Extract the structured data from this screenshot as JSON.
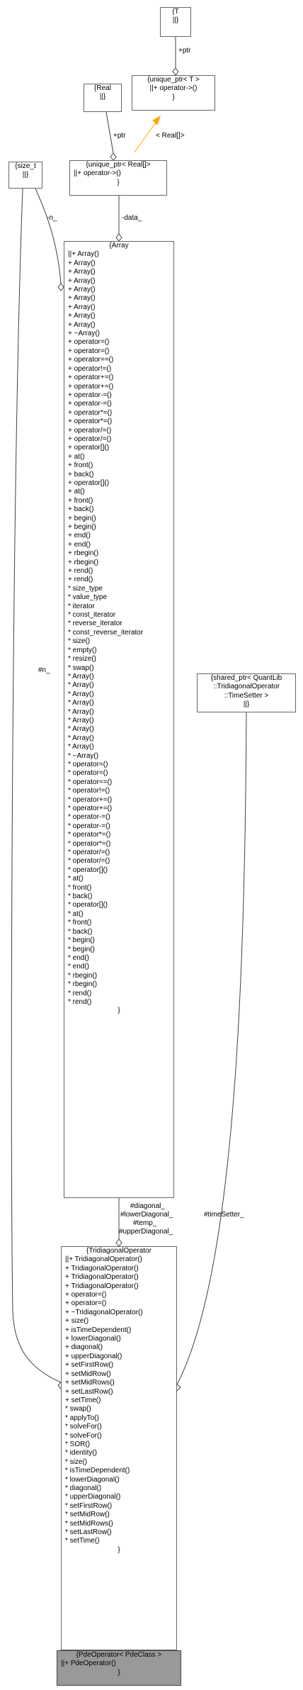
{
  "nodes": {
    "T": {
      "title": "{T",
      "members": [
        "||}"
      ]
    },
    "unique_ptr_T": {
      "title": "{unique_ptr< T >",
      "members": [
        "||+ operator->()",
        "}"
      ]
    },
    "Real": {
      "title": "{Real",
      "members": [
        "||}"
      ]
    },
    "unique_ptr_Real": {
      "title": "{unique_ptr< Real[]>",
      "members": [
        "||+ operator->()",
        "}"
      ]
    },
    "size_t": {
      "title": "{size_t",
      "members": [
        "||}"
      ]
    },
    "Array": {
      "title": "{Array",
      "members": [
        "||+ Array()",
        "+ Array()",
        "+ Array()",
        "+ Array()",
        "+ Array()",
        "+ Array()",
        "+ Array()",
        "+ Array()",
        "+ Array()",
        "+ ~Array()",
        "+ operator=()",
        "+ operator=()",
        "+ operator==()",
        "+ operator!=()",
        "+ operator+=()",
        "+ operator+=()",
        "+ operator-=()",
        "+ operator-=()",
        "+ operator*=()",
        "+ operator*=()",
        "+ operator/=()",
        "+ operator/=()",
        "+ operator[]()",
        "+ at()",
        "+ front()",
        "+ back()",
        "+ operator[]()",
        "+ at()",
        "+ front()",
        "+ back()",
        "+ begin()",
        "+ begin()",
        "+ end()",
        "+ end()",
        "+ rbegin()",
        "+ rbegin()",
        "+ rend()",
        "+ rend()",
        "* size_type",
        "* value_type",
        "* iterator",
        "* const_iterator",
        "* reverse_iterator",
        "* const_reverse_iterator",
        "* size()",
        "* empty()",
        "* resize()",
        "* swap()",
        "* Array()",
        "* Array()",
        "* Array()",
        "* Array()",
        "* Array()",
        "* Array()",
        "* Array()",
        "* Array()",
        "* Array()",
        "* ~Array()",
        "* operator=()",
        "* operator=()",
        "* operator==()",
        "* operator!=()",
        "* operator+=()",
        "* operator+=()",
        "* operator-=()",
        "* operator-=()",
        "* operator*=()",
        "* operator*=()",
        "* operator/=()",
        "* operator/=()",
        "* operator[]()",
        "* at()",
        "* front()",
        "* back()",
        "* operator[]()",
        "* at()",
        "* front()",
        "* back()",
        "* begin()",
        "* begin()",
        "* end()",
        "* end()",
        "* rbegin()",
        "* rbegin()",
        "* rend()",
        "* rend()",
        "}"
      ]
    },
    "shared_ptr_TimeSetter": {
      "title": "{shared_ptr< QuantLib",
      "members": [
        "::TridiagonalOperator",
        "::TimeSetter >",
        "||}"
      ]
    },
    "TridiagonalOperator": {
      "title": "{TridiagonalOperator",
      "members": [
        "||+ TridiagonalOperator()",
        "+ TridiagonalOperator()",
        "+ TridiagonalOperator()",
        "+ TridiagonalOperator()",
        "+ operator=()",
        "+ operator=()",
        "+ ~TridiagonalOperator()",
        "+ size()",
        "+ isTimeDependent()",
        "+ lowerDiagonal()",
        "+ diagonal()",
        "+ upperDiagonal()",
        "+ setFirstRow()",
        "+ setMidRow()",
        "+ setMidRows()",
        "+ setLastRow()",
        "+ setTime()",
        "* swap()",
        "* applyTo()",
        "* solveFor()",
        "* solveFor()",
        "* SOR()",
        "* identity()",
        "* size()",
        "* isTimeDependent()",
        "* lowerDiagonal()",
        "* diagonal()",
        "* upperDiagonal()",
        "* setFirstRow()",
        "* setMidRow()",
        "* setMidRows()",
        "* setLastRow()",
        "* setTime()",
        "}"
      ]
    },
    "PdeOperator": {
      "title": "{PdeOperator< PdeClass >",
      "members": [
        "||+ PdeOperator()",
        "}"
      ]
    }
  },
  "edge_labels": {
    "ptr_T": "+ptr",
    "real_template": "< Real[]>",
    "ptr_Real": "+ptr",
    "data": "-data_",
    "n_array": "-n_",
    "n_tridiag": "#n_",
    "array_members": [
      "#diagonal_",
      "#lowerDiagonal_",
      "#temp_",
      "#upperDiagonal_"
    ],
    "time_setter": "#timeSetter_"
  },
  "colors": {
    "edge": "#404040",
    "template_edge": "#ffa500",
    "inherit_edge": "#63b8ff",
    "focus_fill": "#999999"
  }
}
